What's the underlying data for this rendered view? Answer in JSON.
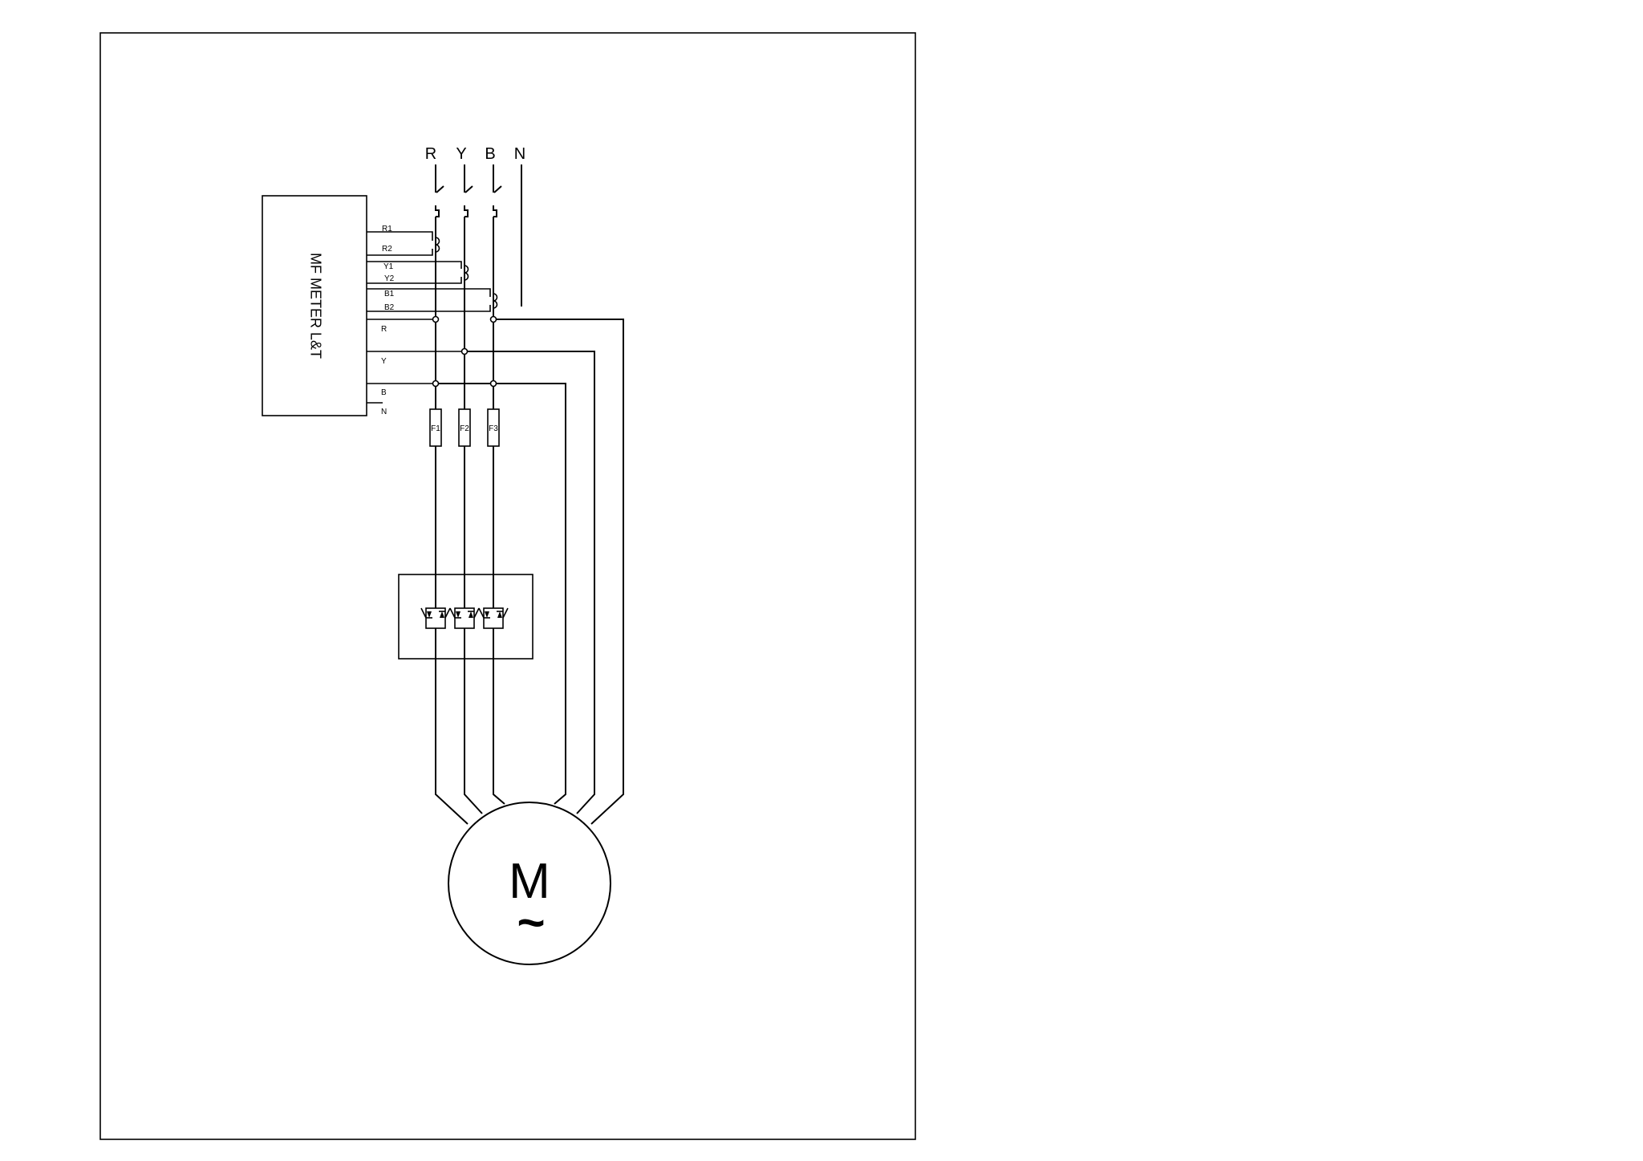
{
  "phases": {
    "r": "R",
    "y": "Y",
    "b": "B",
    "n": "N"
  },
  "meter": {
    "label": "MF METER L&T",
    "terminals": {
      "r1": "R1",
      "r2": "R2",
      "y1": "Y1",
      "y2": "Y2",
      "b1": "B1",
      "b2": "B2",
      "r": "R",
      "y": "Y",
      "b": "B",
      "n": "N"
    }
  },
  "fuses": [
    "F1",
    "F2",
    "F3"
  ],
  "motor": {
    "label": "M",
    "symbol": "~"
  }
}
